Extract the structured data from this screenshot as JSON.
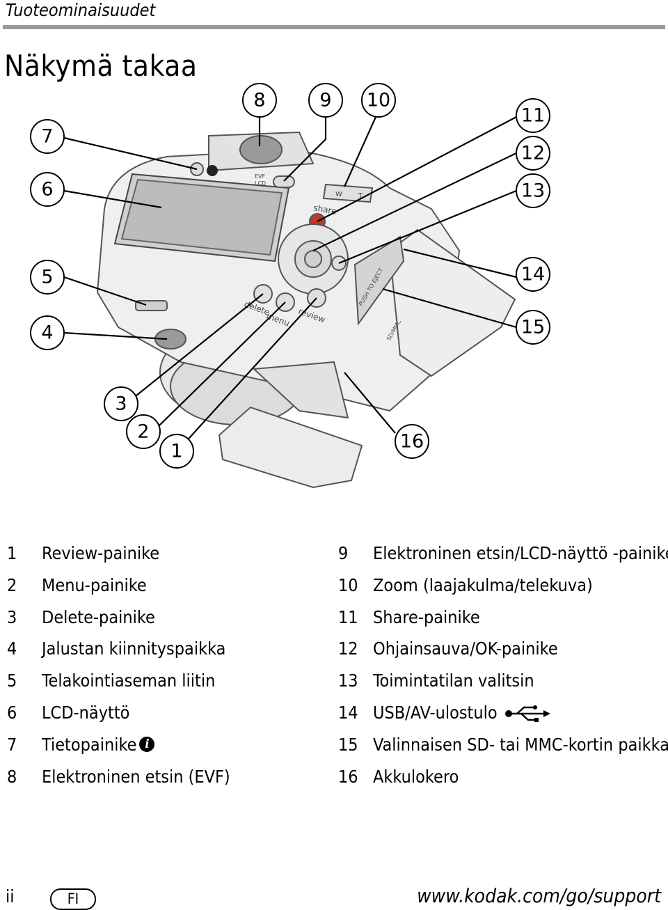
{
  "header": {
    "section": "Tuoteominaisuudet"
  },
  "page": {
    "title": "Näkymä takaa"
  },
  "figure": {
    "callouts": [
      "1",
      "2",
      "3",
      "4",
      "5",
      "6",
      "7",
      "8",
      "9",
      "10",
      "11",
      "12",
      "13",
      "14",
      "15",
      "16"
    ],
    "camera_labels": {
      "delete": "delete",
      "menu": "menu",
      "review": "review",
      "share": "share",
      "evf": "EVF",
      "lcd": "LCD",
      "push": "PUSH TO EJECT",
      "sd": "SD/MMC",
      "w": "W",
      "t": "T"
    }
  },
  "legend": {
    "left": [
      {
        "num": "1",
        "text": "Review-painike"
      },
      {
        "num": "2",
        "text": "Menu-painike"
      },
      {
        "num": "3",
        "text": "Delete-painike"
      },
      {
        "num": "4",
        "text": "Jalustan kiinnityspaikka"
      },
      {
        "num": "5",
        "text": "Telakointiaseman liitin"
      },
      {
        "num": "6",
        "text": "LCD-näyttö"
      },
      {
        "num": "7",
        "text": "Tietopainike"
      },
      {
        "num": "8",
        "text": "Elektroninen etsin (EVF)"
      }
    ],
    "right": [
      {
        "num": "9",
        "text": "Elektroninen etsin/LCD-näyttö -painike"
      },
      {
        "num": "10",
        "text": "Zoom (laajakulma/telekuva)"
      },
      {
        "num": "11",
        "text": "Share-painike"
      },
      {
        "num": "12",
        "text": "Ohjainsauva/OK-painike"
      },
      {
        "num": "13",
        "text": "Toimintatilan valitsin"
      },
      {
        "num": "14",
        "text": "USB/AV-ulostulo"
      },
      {
        "num": "15",
        "text": "Valinnaisen SD- tai MMC-kortin paikka"
      },
      {
        "num": "16",
        "text": "Akkulokero"
      }
    ],
    "info_icon_char": "i"
  },
  "footer": {
    "page_number": "ii",
    "language": "FI",
    "url": "www.kodak.com/go/support"
  }
}
